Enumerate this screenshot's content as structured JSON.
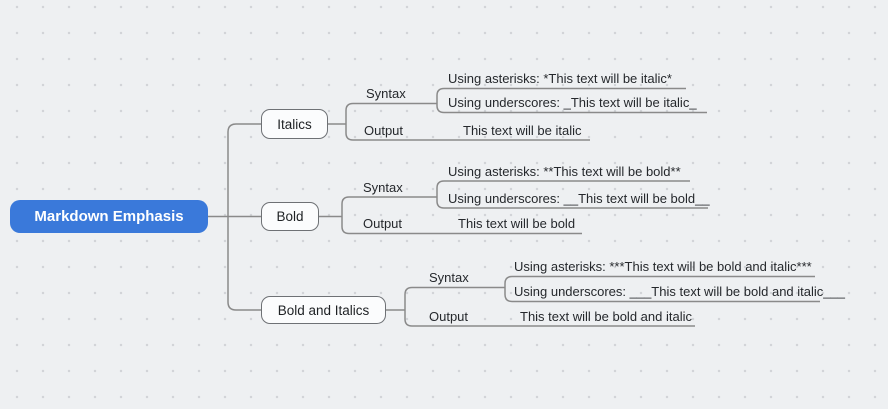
{
  "colors": {
    "background": "#eef0f2",
    "grid_dot": "#d2d4d8",
    "connector": "#8a8a8a",
    "node_border": "#6e7175",
    "root_fill": "#3a79da",
    "root_text": "#ffffff",
    "topic_text": "#25282c"
  },
  "root": {
    "label": "Markdown Emphasis"
  },
  "branches": [
    {
      "label": "Italics",
      "children": [
        {
          "label": "Syntax",
          "children": [
            {
              "label": "Using asterisks: *This text will be italic*"
            },
            {
              "label": "Using underscores: _This text will be italic_"
            }
          ]
        },
        {
          "label": "Output",
          "children": [
            {
              "label": "This text will be italic"
            }
          ]
        }
      ]
    },
    {
      "label": "Bold",
      "children": [
        {
          "label": "Syntax",
          "children": [
            {
              "label": "Using asterisks: **This text will be bold**"
            },
            {
              "label": "Using underscores: __This text will be bold__"
            }
          ]
        },
        {
          "label": "Output",
          "children": [
            {
              "label": "This text will be bold"
            }
          ]
        }
      ]
    },
    {
      "label": "Bold and Italics",
      "children": [
        {
          "label": "Syntax",
          "children": [
            {
              "label": "Using asterisks: ***This text will be bold and italic***"
            },
            {
              "label": "Using underscores: ___This text will be bold and italic___"
            }
          ]
        },
        {
          "label": "Output",
          "children": [
            {
              "label": "This text will be bold and italic"
            }
          ]
        }
      ]
    }
  ]
}
